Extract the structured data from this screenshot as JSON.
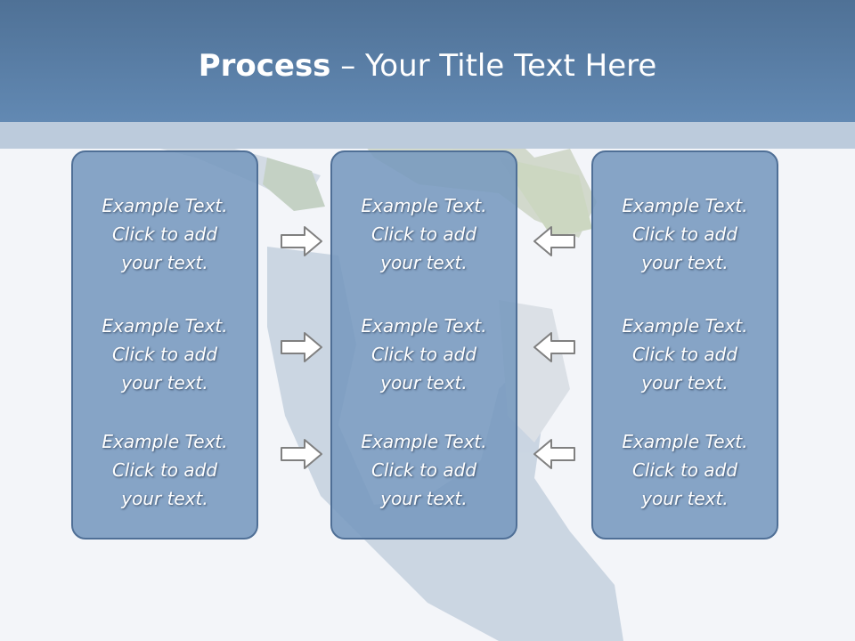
{
  "header": {
    "title_bold": "Process",
    "title_rest": " – Your Title Text Here"
  },
  "columns": [
    {
      "items": [
        {
          "lines": [
            "Example Text.",
            "Click  to add",
            "your text."
          ]
        },
        {
          "lines": [
            "Example Text.",
            "Click  to add",
            "your text."
          ]
        },
        {
          "lines": [
            "Example Text.",
            "Click  to add",
            "your text."
          ]
        }
      ]
    },
    {
      "items": [
        {
          "lines": [
            "Example Text.",
            "Click  to add",
            "your text."
          ]
        },
        {
          "lines": [
            "Example Text.",
            "Click  to add",
            "your text."
          ]
        },
        {
          "lines": [
            "Example Text.",
            "Click  to add",
            "your text."
          ]
        }
      ]
    },
    {
      "items": [
        {
          "lines": [
            "Example Text.",
            "Click  to add",
            "your text."
          ]
        },
        {
          "lines": [
            "Example Text.",
            "Click  to add",
            "your text."
          ]
        },
        {
          "lines": [
            "Example Text.",
            "Click  to add",
            "your text."
          ]
        }
      ]
    }
  ],
  "arrows": {
    "left_group": "arrow-right-icon",
    "right_group": "arrow-left-icon"
  },
  "colors": {
    "header": "#5a7fa8",
    "stripe": "#bccbdc",
    "box_fill": "#7698be",
    "box_border": "#4f6f96",
    "background": "#f3f5f9"
  }
}
